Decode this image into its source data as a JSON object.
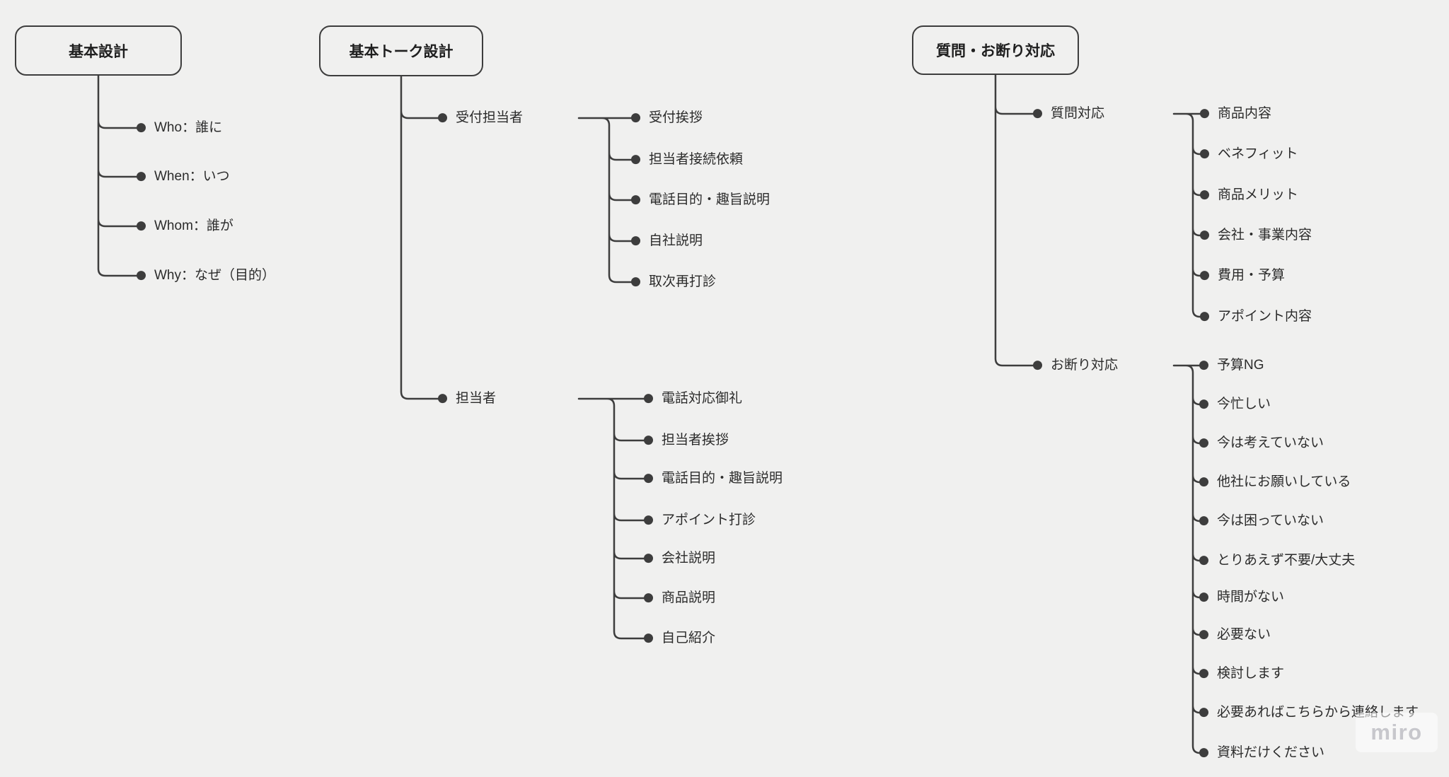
{
  "board": {
    "background_color": "#f0f0ef",
    "line_color": "#3d3d3d",
    "text_color": "#2b2b2b",
    "watermark": "miro"
  },
  "trees": [
    {
      "root": "基本設計",
      "children": [
        {
          "label": "Who：誰に"
        },
        {
          "label": "When：いつ"
        },
        {
          "label": "Whom：誰が"
        },
        {
          "label": "Why：なぜ（目的）"
        }
      ]
    },
    {
      "root": "基本トーク設計",
      "children": [
        {
          "label": "受付担当者",
          "children": [
            "受付挨拶",
            "担当者接続依頼",
            "電話目的・趣旨説明",
            "自社説明",
            "取次再打診"
          ]
        },
        {
          "label": "担当者",
          "children": [
            "電話対応御礼",
            "担当者挨拶",
            "電話目的・趣旨説明",
            "アポイント打診",
            "会社説明",
            "商品説明",
            "自己紹介"
          ]
        }
      ]
    },
    {
      "root": "質問・お断り対応",
      "children": [
        {
          "label": "質問対応",
          "children": [
            "商品内容",
            "ベネフィット",
            "商品メリット",
            "会社・事業内容",
            "費用・予算",
            "アポイント内容"
          ]
        },
        {
          "label": "お断り対応",
          "children": [
            "予算NG",
            "今忙しい",
            "今は考えていない",
            "他社にお願いしている",
            "今は困っていない",
            "とりあえず不要/大丈夫",
            "時間がない",
            "必要ない",
            "検討します",
            "必要あればこちらから連絡します",
            "資料だけください"
          ]
        }
      ]
    }
  ]
}
